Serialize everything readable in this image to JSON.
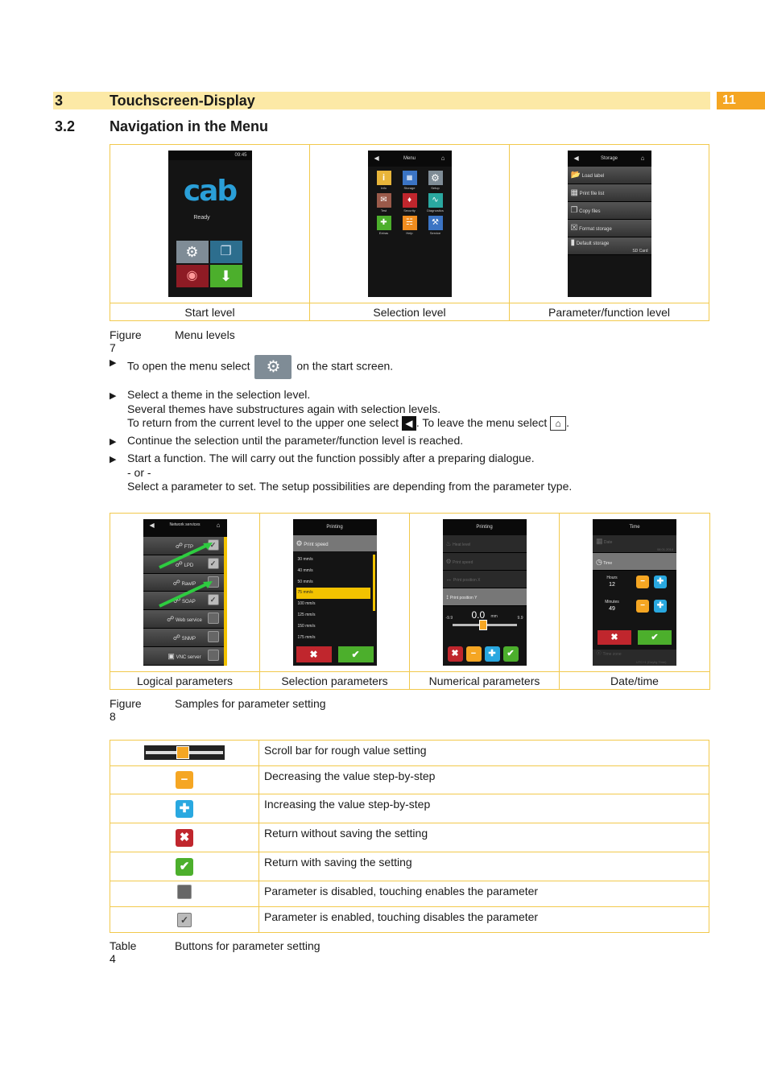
{
  "header": {
    "chapter_number": "3",
    "chapter_title": "Touchscreen-Display",
    "page_number": "11",
    "section_number": "3.2",
    "section_title": "Navigation in the Menu"
  },
  "figure7": {
    "captions": [
      "Start level",
      "Selection level",
      "Parameter/function level"
    ],
    "label": "Figure 7",
    "title": "Menu levels",
    "start_screen": {
      "time": "09:45",
      "logo": "cab",
      "status": "Ready"
    },
    "selection_screen": {
      "title": "Menu",
      "items": [
        "Info",
        "Storage",
        "Setup",
        "Test",
        "Security",
        "Diagnostics",
        "Extras",
        "Help",
        "Service"
      ]
    },
    "parameter_screen": {
      "title": "Storage",
      "items": [
        "Load label",
        "Print file list",
        "Copy files",
        "Format storage",
        "Default storage"
      ],
      "default_storage_value": "SD Card"
    }
  },
  "instructions": {
    "step1_before": "To open the menu select",
    "step1_after": "on the start screen.",
    "step2_line1": "Select a theme in the selection level.",
    "step2_line2": "Several themes have substructures again with selection levels.",
    "step2_line3_a": "To return from the current level to the upper one select",
    "step2_line3_b": ". To leave the menu select",
    "step2_line3_c": ".",
    "step3": "Continue the selection until the parameter/function level is reached.",
    "step4_line1": "Start a function. The will carry out the function possibly after a preparing dialogue.",
    "step4_line2": "- or -",
    "step4_line3": "Select a parameter to set. The setup possibilities are depending from the parameter type."
  },
  "figure8": {
    "captions": [
      "Logical parameters",
      "Selection parameters",
      "Numerical parameters",
      "Date/time"
    ],
    "label": "Figure 8",
    "title": "Samples for parameter setting",
    "logical_screen": {
      "title": "Network services",
      "items": [
        "FTP",
        "LPD",
        "RawIP",
        "SOAP",
        "Web service",
        "SNMP",
        "VNC server"
      ]
    },
    "selection_screen": {
      "title": "Printing",
      "header": "Print speed",
      "options": [
        "30 mm/s",
        "40 mm/s",
        "50 mm/s",
        "75 mm/s",
        "100 mm/s",
        "125 mm/s",
        "150 mm/s",
        "175 mm/s"
      ],
      "selected": "75 mm/s"
    },
    "numerical_screen": {
      "title": "Printing",
      "items": [
        "Heat level",
        "Print speed",
        "Print position X",
        "Print position Y"
      ],
      "value": "0.0",
      "unit": "mm",
      "min": "-9.9",
      "max": "9.9"
    },
    "datetime_screen": {
      "title": "Time",
      "items": [
        "Date",
        "Time"
      ],
      "date_value": "08.01.2014",
      "hours_label": "Hours",
      "hours_value": "12",
      "minutes_label": "Minutes",
      "minutes_value": "49",
      "timezone_label": "Time zone",
      "timezone_value": "UTC+1 (Daylig Time)"
    }
  },
  "table4": {
    "rows": [
      "Scroll bar for rough value setting",
      "Decreasing the value step-by-step",
      "Increasing the value step-by-step",
      "Return without saving the setting",
      "Return with saving the setting",
      "Parameter is disabled, touching enables the parameter",
      "Parameter is enabled, touching disables the parameter"
    ],
    "label": "Table 4",
    "title": "Buttons for parameter setting"
  }
}
